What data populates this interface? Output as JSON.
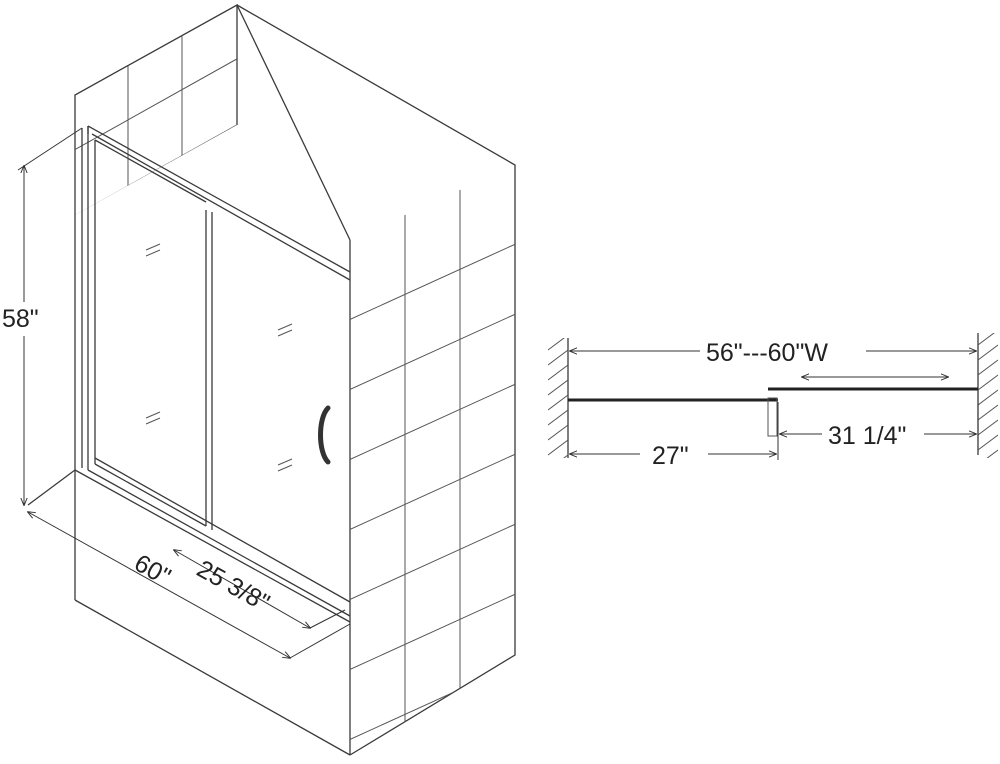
{
  "labels": {
    "height": "58\"",
    "width": "60\"",
    "door_width": "25 3/8\"",
    "opening_range": "56\"---60\"W",
    "fixed_panel": "27\"",
    "sliding_panel": "31 1/4\""
  }
}
